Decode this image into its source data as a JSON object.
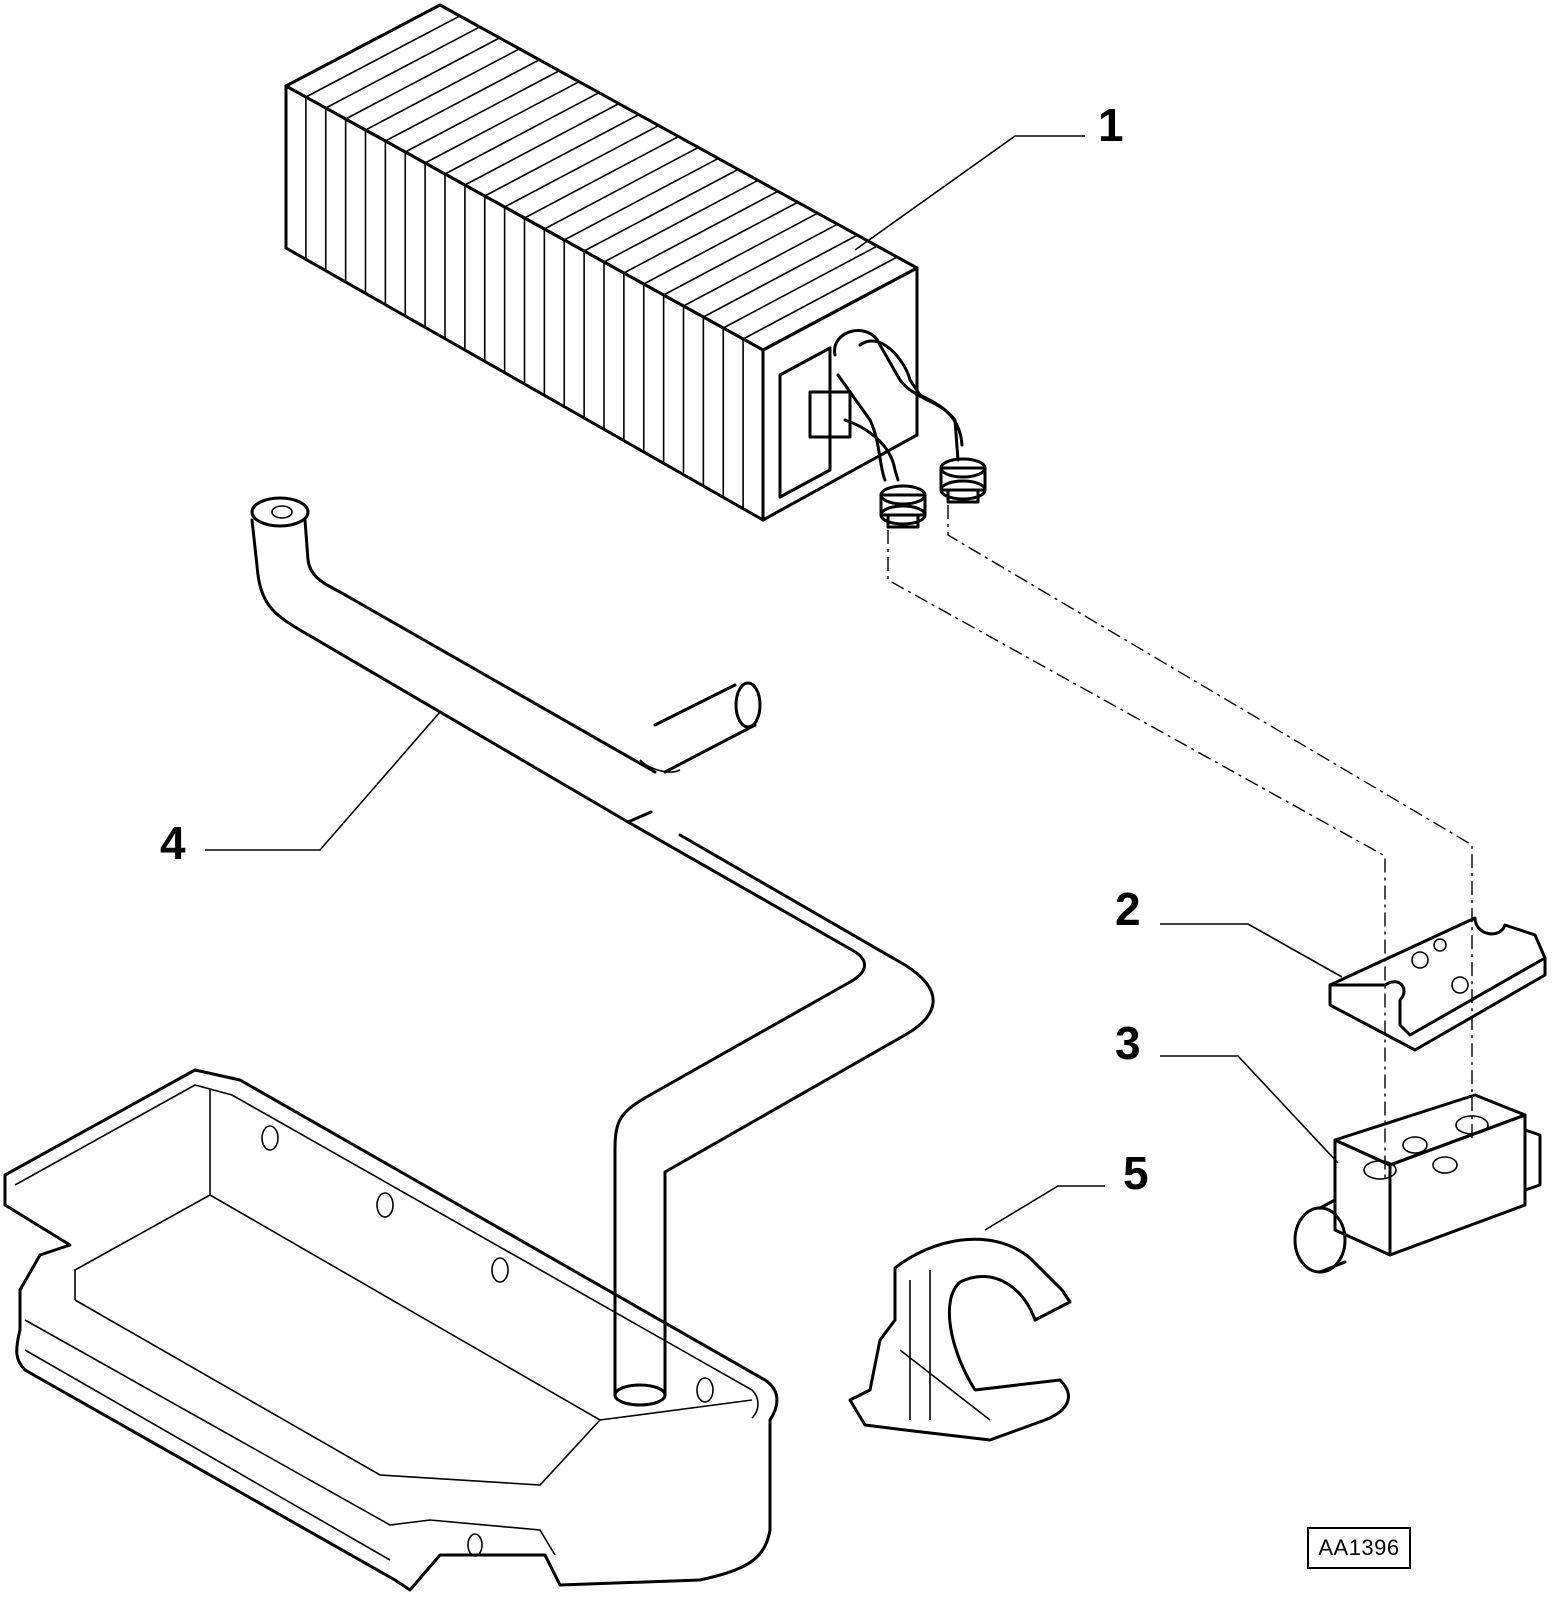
{
  "diagram": {
    "reference_code": "AA1396",
    "callouts": [
      {
        "id": "1",
        "label": "1"
      },
      {
        "id": "2",
        "label": "2"
      },
      {
        "id": "3",
        "label": "3"
      },
      {
        "id": "4",
        "label": "4"
      },
      {
        "id": "5",
        "label": "5"
      }
    ],
    "parts": [
      "evaporator-core",
      "gasket-plate",
      "expansion-valve-block",
      "drain-hose",
      "pipe-clamp",
      "drain-tray"
    ]
  }
}
